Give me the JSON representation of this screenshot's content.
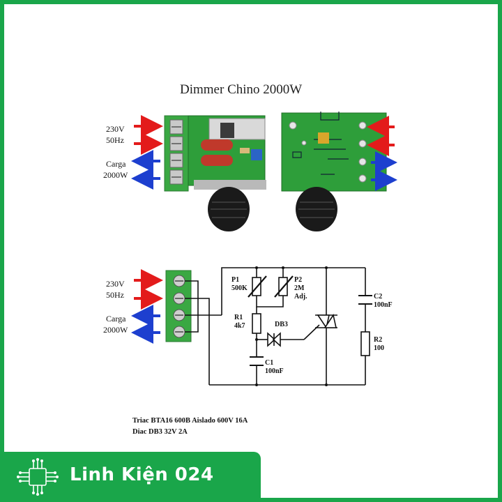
{
  "diagram": {
    "title": "Dimmer Chino 2000W",
    "input_label_1": "230V",
    "input_label_2": "50Hz",
    "output_label_1": "Carga",
    "output_label_2": "2000W",
    "components": {
      "p1": "P1\n500K",
      "p2": "P2\n2M\nAdj.",
      "r1": "R1\n4k7",
      "db3": "DB3",
      "c1": "C1\n100nF",
      "c2": "C2\n100nF",
      "r2": "R2\n100"
    },
    "notes": {
      "line1": "Triac BTA16  600B   Aislado 600V 16A",
      "line2": "Diac DB3   32V 2A"
    },
    "colors": {
      "input_arrow": "#e31b1b",
      "output_arrow": "#1d3fcf",
      "brand": "#1aa64a",
      "pcb": "#2e9e3a"
    }
  },
  "brand": {
    "name": "Linh Kiện 024"
  }
}
